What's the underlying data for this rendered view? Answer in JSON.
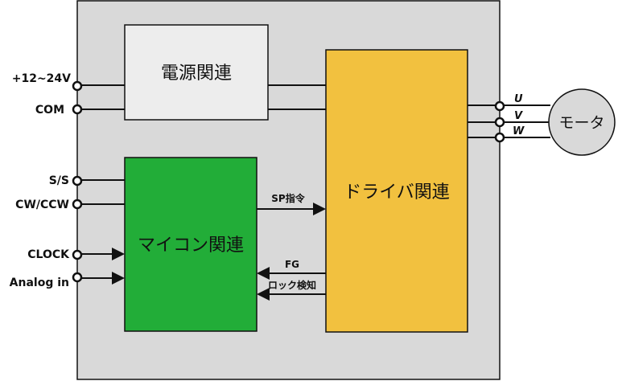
{
  "blocks": {
    "power": "電源関連",
    "driver": "ドライバ関連",
    "mcu": "マイコン関連",
    "motor": "モータ"
  },
  "inputs": {
    "vin": "+12~24V",
    "com": "COM",
    "ss": "S/S",
    "cwccw": "CW/CCW",
    "clock": "CLOCK",
    "analog": "Analog in"
  },
  "signals": {
    "sp": "SP指令",
    "fg": "FG",
    "lock": "ロック検知"
  },
  "phases": {
    "u": "U",
    "v": "V",
    "w": "W"
  },
  "colors": {
    "board": "#d9d9d9",
    "power": "#ededed",
    "driver": "#f2c13f",
    "mcu": "#22ad38",
    "motor": "#d9d9d9"
  }
}
